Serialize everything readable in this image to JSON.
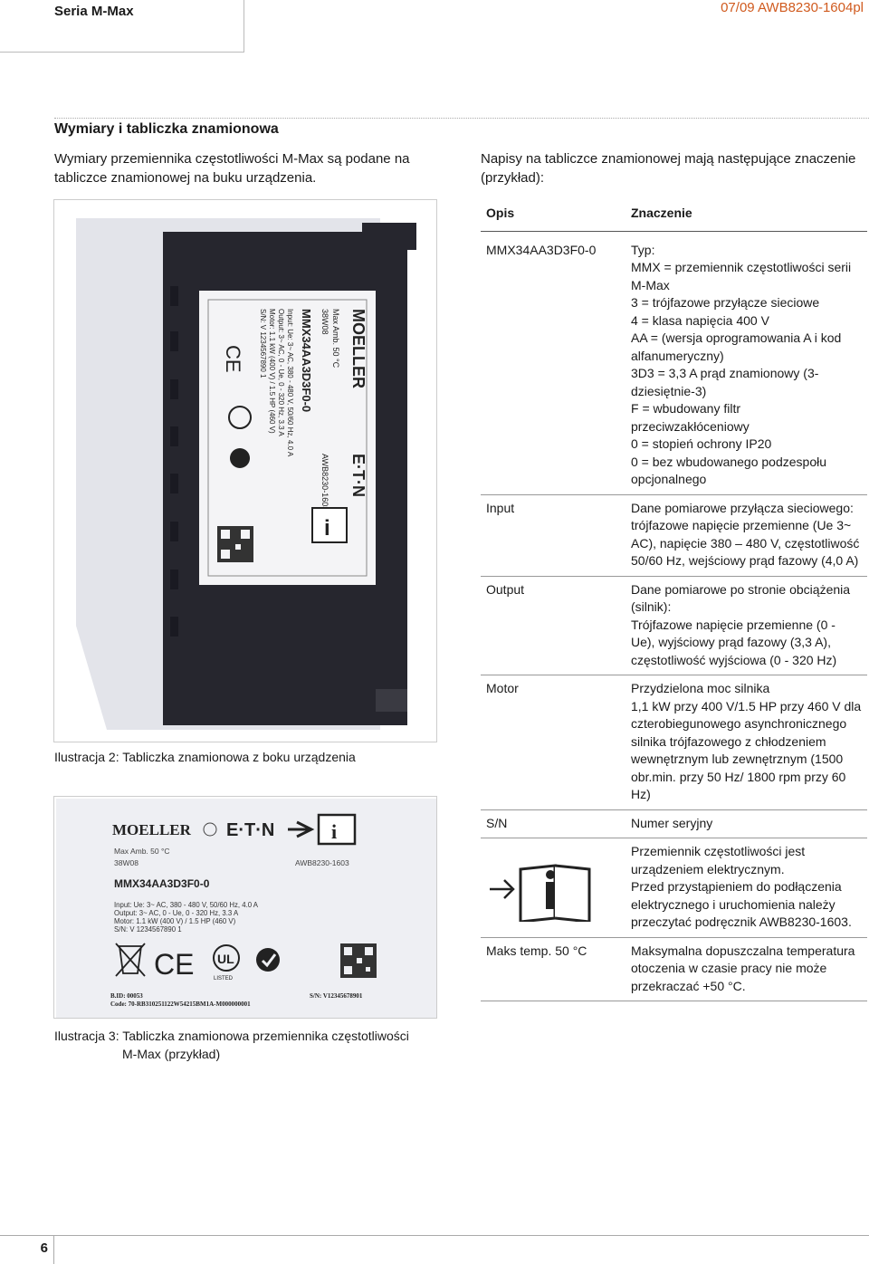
{
  "header": {
    "series": "Seria M-Max",
    "doc_ref": "07/09 AWB8230-1604pl"
  },
  "section": {
    "title": "Wymiary i tabliczka znamionowa",
    "intro_left": "Wymiary przemiennika częstotliwości M-Max są podane na tabliczce znamionowej na buku urządzenia.",
    "intro_right": "Napisy na tabliczce znamionowej mają następujące znaczenie (przykład):"
  },
  "figure2": {
    "caption": "Ilustracja 2:  Tabliczka znamionowa z boku urządzenia"
  },
  "figure3": {
    "caption_l1": "Ilustracja 3:  Tabliczka znamionowa przemiennika częstotliwości",
    "caption_l2": "M-Max (przykład)"
  },
  "plate": {
    "brand_left": "MOELLER",
    "brand_right": "E·T·N",
    "max_amb": "Max Amb. 50 °C",
    "code": "38W08",
    "awb": "AWB8230-1603",
    "model": "MMX34AA3D3F0-0",
    "input": "Input:   Ue: 3~ AC, 380 - 480 V, 50/60 Hz, 4.0 A",
    "output": "Output:  3~ AC, 0 - Ue, 0 - 320 Hz, 3.3 A",
    "motor": "Motor:   1.1 kW (400 V) / 1.5 HP (460 V)",
    "sn": "S/N:      V 1234567890 1",
    "bid": "B.ID:   00053",
    "code_full": "Code: 70-RB310251122W54215BM1A-M000000001",
    "sn_right": "S/N: V12345678901",
    "ul_listed": "LISTED"
  },
  "table": {
    "col_opis": "Opis",
    "col_znaczenie": "Znaczenie",
    "rows": [
      {
        "opis": "MMX34AA3D3F0-0",
        "lines": [
          "Typ:",
          "MMX = przemiennik częstotliwości serii M-Max",
          "3 = trójfazowe przyłącze sieciowe",
          "4 = klasa napięcia 400 V",
          "AA = (wersja oprogramowania A i kod alfanumeryczny)",
          "3D3 = 3,3 A prąd znamionowy (3-dziesiętnie-3)",
          "F = wbudowany filtr przeciwzakłóceniowy",
          "0 = stopień ochrony IP20",
          "0 = bez wbudowanego podzespołu opcjonalnego"
        ]
      },
      {
        "opis": "Input",
        "lines": [
          "Dane pomiarowe przyłącza sieciowego:",
          "trójfazowe napięcie przemienne (Ue 3~ AC), napięcie 380 – 480 V, częstotliwość 50/60 Hz, wejściowy prąd fazowy (4,0 A)"
        ]
      },
      {
        "opis": "Output",
        "lines": [
          "Dane pomiarowe po stronie obciążenia (silnik):",
          "Trójfazowe napięcie przemienne (0 - Ue), wyjściowy prąd fazowy (3,3 A), częstotliwość wyjściowa (0 - 320 Hz)"
        ]
      },
      {
        "opis": "Motor",
        "lines": [
          "Przydzielona moc silnika",
          "1,1 kW przy 400 V/1.5 HP przy 460 V dla czterobiegunowego asynchronicznego silnika trójfazowego z chłodzeniem wewnętrznym lub zewnętrznym (1500 obr.min. przy 50 Hz/ 1800 rpm przy 60 Hz)"
        ]
      },
      {
        "opis": "S/N",
        "lines": [
          "Numer seryjny"
        ]
      },
      {
        "opis": "",
        "lines": [
          "Przemiennik częstotliwości jest urządzeniem elektrycznym.",
          "Przed przystąpieniem do podłączenia elektrycznego i uruchomienia należy przeczytać podręcznik AWB8230-1603."
        ]
      },
      {
        "opis": "Maks temp. 50 °C",
        "lines": [
          "Maksymalna dopuszczalna temperatura otoczenia w czasie pracy nie może przekraczać +50 °C."
        ]
      }
    ]
  },
  "footer": {
    "page": "6"
  }
}
